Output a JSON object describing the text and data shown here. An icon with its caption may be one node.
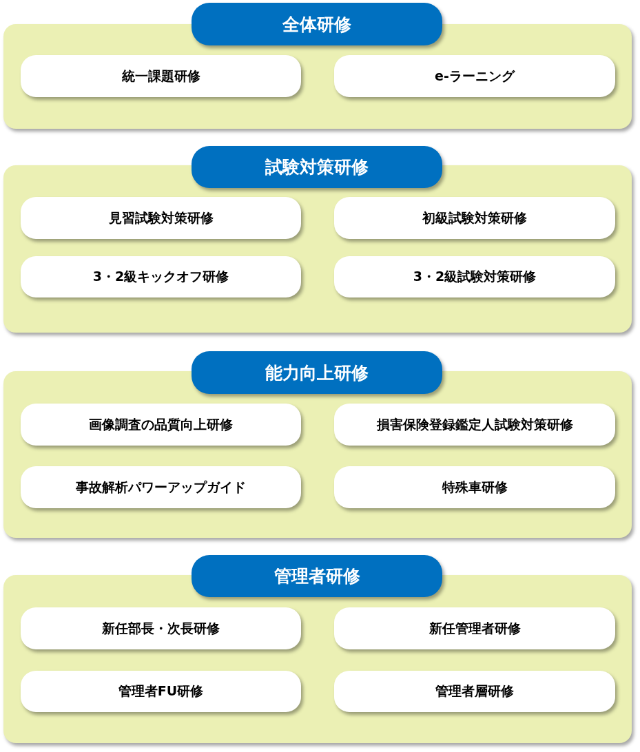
{
  "diagram": {
    "nodes": [
      {
        "text": [
          "全体研修"
        ]
      },
      {
        "text": [
          "統一課題研修"
        ],
        "in": 0
      },
      {
        "text": [
          "e-ラーニング"
        ],
        "in": 0
      },
      {
        "text": [
          "試験対策研修"
        ]
      },
      {
        "text": [
          "見習試験対策研修"
        ],
        "in": 3
      },
      {
        "text": [
          "初級試験対策研修"
        ],
        "in": 3
      },
      {
        "text": [
          "3・2級キックオフ研修"
        ],
        "in": 3
      },
      {
        "text": [
          "3・2級試験対策研修"
        ],
        "in": 3
      },
      {
        "text": [
          "能力向上研修"
        ]
      },
      {
        "text": [
          "画像調査の品質向上研修"
        ],
        "in": 8
      },
      {
        "text": [
          "損害保険登録鑑定人試験対策研修"
        ],
        "in": 8
      },
      {
        "text": [
          "事故解析パワーアップガイド"
        ],
        "in": 8
      },
      {
        "text": [
          "特殊車研修"
        ],
        "in": 8
      },
      {
        "text": [
          "管理者研修"
        ]
      },
      {
        "text": [
          "新任部長・次長研修"
        ],
        "in": 13
      },
      {
        "text": [
          "新任管理者研修"
        ],
        "in": 13
      },
      {
        "text": [
          "管理者FU研修"
        ],
        "in": 13
      },
      {
        "text": [
          "管理者層研修"
        ],
        "in": 13
      }
    ]
  }
}
